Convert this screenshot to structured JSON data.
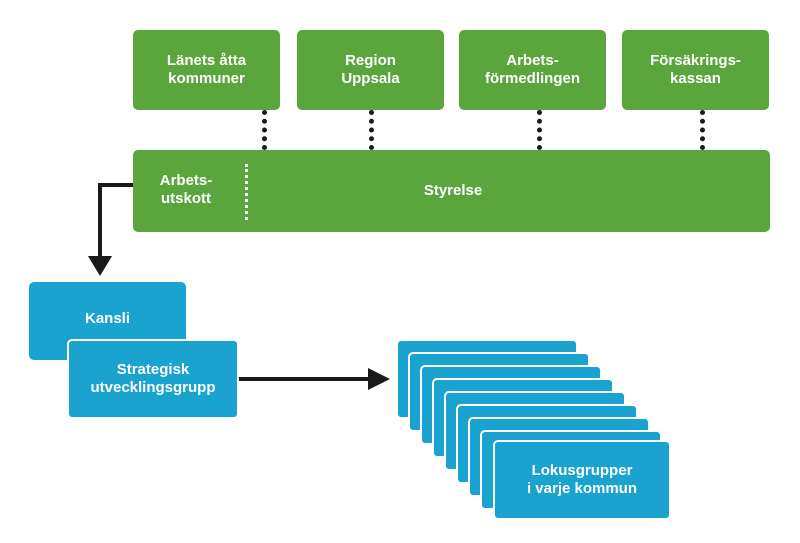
{
  "colors": {
    "green": "#5ba63c",
    "blue": "#1aa3cf",
    "line": "#1a1a1a"
  },
  "top_boxes": [
    {
      "label": "Länets åtta\nkommuner"
    },
    {
      "label": "Region\nUppsala"
    },
    {
      "label": "Arbets-\nförmedlingen"
    },
    {
      "label": "Försäkrings-\nkassan"
    }
  ],
  "board": {
    "committee_label": "Arbets-\nutskott",
    "board_label": "Styrelse"
  },
  "kansli": {
    "label": "Kansli"
  },
  "strategic": {
    "label": "Strategisk\nutvecklingsgrupp"
  },
  "lokus": {
    "label": "Lokusgrupper\ni varje kommun"
  }
}
